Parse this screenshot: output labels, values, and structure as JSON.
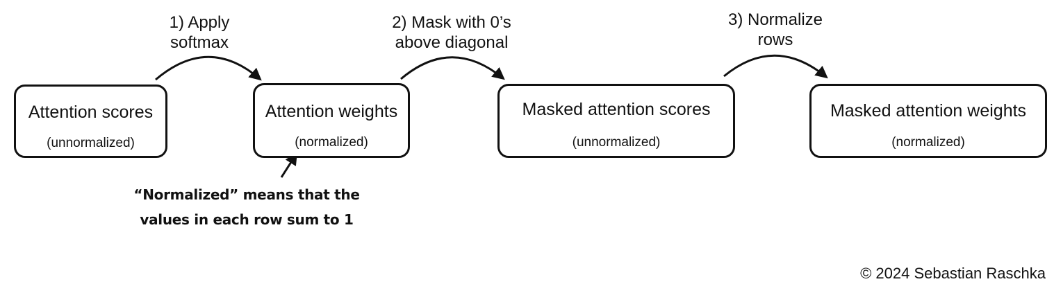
{
  "steps": [
    {
      "line1": "1) Apply",
      "line2": "softmax"
    },
    {
      "line1": "2) Mask with 0’s",
      "line2": "above diagonal"
    },
    {
      "line1": "3) Normalize",
      "line2": "rows"
    }
  ],
  "boxes": [
    {
      "title": "Attention scores",
      "subtitle": "(unnormalized)"
    },
    {
      "title": "Attention weights",
      "subtitle": "(normalized)"
    },
    {
      "title": "Masked attention scores",
      "subtitle": "(unnormalized)"
    },
    {
      "title": "Masked attention weights",
      "subtitle": "(normalized)"
    }
  ],
  "note": {
    "line1": "“Normalized” means that the",
    "line2": "values in each row sum to 1"
  },
  "copyright": "© 2024 Sebastian Raschka"
}
